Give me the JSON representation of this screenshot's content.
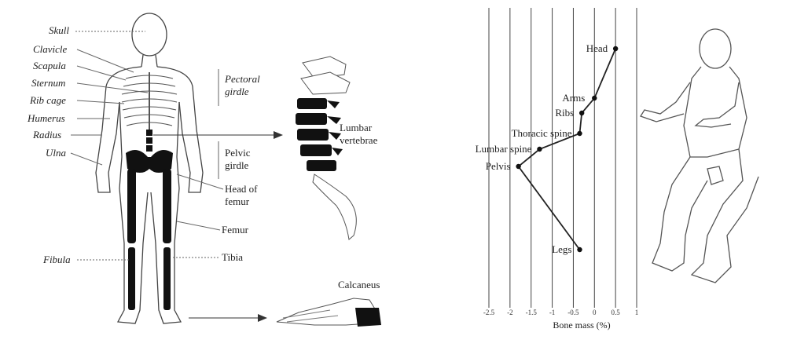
{
  "skeleton": {
    "left_labels": [
      "Skull",
      "Clavicle",
      "Scapula",
      "Sternum",
      "Rib cage",
      "Humerus",
      "Radius",
      "Ulna",
      "Fibula"
    ],
    "pectoral": {
      "line1": "Pectoral",
      "line2": "girdle"
    },
    "pelvic": {
      "line1": "Pelvic",
      "line2": "girdle"
    },
    "head_femur": {
      "line1": "Head of",
      "line2": "femur"
    },
    "femur": "Femur",
    "tibia": "Tibia",
    "lumbar": {
      "line1": "Lumbar",
      "line2": "vertebrae"
    },
    "calcaneus": "Calcaneus"
  },
  "chart_data": {
    "type": "line",
    "orientation": "horizontal",
    "xlabel": "Bone mass (%)",
    "xlim": [
      -2.5,
      1
    ],
    "xticks": [
      "-2.5",
      "-2",
      "-1.5",
      "-1",
      "-0.5",
      "0",
      "0.5",
      "1"
    ],
    "grid": true,
    "series": [
      {
        "points": [
          {
            "label": "Head",
            "x": 0.5
          },
          {
            "label": "Arms",
            "x": 0.0
          },
          {
            "label": "Ribs",
            "x": -0.3
          },
          {
            "label": "Thoracic spine",
            "x": -0.35
          },
          {
            "label": "Lumbar spine",
            "x": -1.3
          },
          {
            "label": "Pelvis",
            "x": -1.8
          },
          {
            "label": "Legs",
            "x": -0.35
          }
        ]
      }
    ]
  }
}
